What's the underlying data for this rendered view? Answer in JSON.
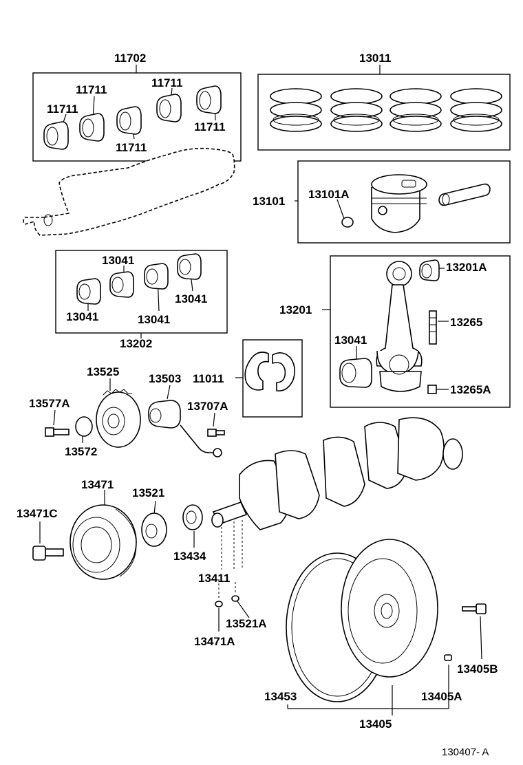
{
  "labels": {
    "l11702": "11702",
    "l11711a": "11711",
    "l11711b": "11711",
    "l11711c": "11711",
    "l11711d": "11711",
    "l11711e": "11711",
    "l13011": "13011",
    "l13101": "13101",
    "l13101A": "13101A",
    "l13041a": "13041",
    "l13041b": "13041",
    "l13041c": "13041",
    "l13041d": "13041",
    "l13041e": "13041",
    "l13202": "13202",
    "l13201": "13201",
    "l13201A": "13201A",
    "l13265": "13265",
    "l13265A": "13265A",
    "l13525": "13525",
    "l13503": "13503",
    "l11011": "11011",
    "l13577A": "13577A",
    "l13707A": "13707A",
    "l13572": "13572",
    "l13471": "13471",
    "l13521": "13521",
    "l13471C": "13471C",
    "l13434": "13434",
    "l13411": "13411",
    "l13521A": "13521A",
    "l13471A": "13471A",
    "l13405B": "13405B",
    "l13453": "13453",
    "l13405A": "13405A",
    "l13405": "13405",
    "code": "130407- A"
  }
}
